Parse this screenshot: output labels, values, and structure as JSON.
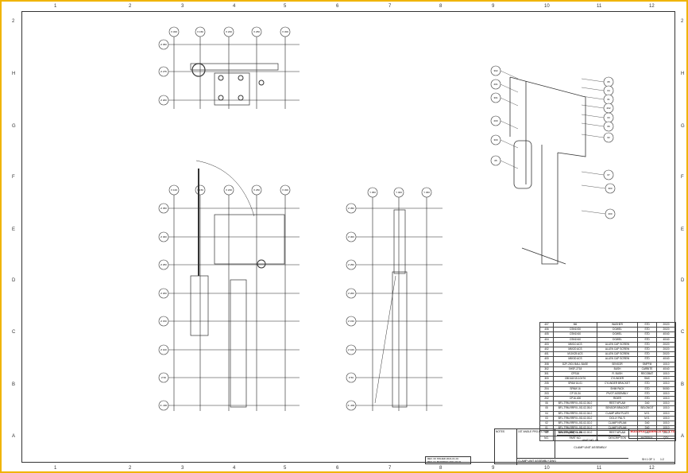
{
  "zones": {
    "columns": [
      "1",
      "2",
      "3",
      "4",
      "5",
      "6",
      "7",
      "8",
      "9",
      "10",
      "11",
      "12"
    ],
    "rows": [
      "2",
      "H",
      "G",
      "F",
      "E",
      "D",
      "C",
      "B",
      "A"
    ]
  },
  "views": {
    "top": {
      "cols": [
        "X 300",
        "X 150",
        "X 200",
        "X 250",
        "X 300"
      ],
      "rows": [
        "Z 350",
        "Z 275",
        "Z 200"
      ]
    },
    "front": {
      "cols": [
        "X 100",
        "X 150",
        "X 200",
        "X 250",
        "X 300"
      ],
      "rows": [
        "Z 350",
        "Z 300",
        "Z 250",
        "Z 200",
        "Z 150",
        "Z 100",
        "Z 50",
        "Z -400"
      ]
    },
    "side": {
      "cols": [
        "Y 350",
        "Y 400",
        "Y 450"
      ],
      "rows": [
        "Z 350",
        "Z 300",
        "Z 250",
        "Z 200",
        "Z 150",
        "Z 100",
        "Z 50",
        "Z -400"
      ]
    }
  },
  "balloons": [
    "302",
    "201",
    "301",
    "200",
    "300",
    "05",
    "05",
    "04",
    "01",
    "202",
    "03",
    "06",
    "02",
    "07",
    "303",
    "200"
  ],
  "parts": {
    "rows": [
      [
        "407",
        "M6",
        "WASHER",
        "STD",
        "20/20"
      ],
      [
        "406",
        "CSK6X30",
        "DOWEL",
        "STD",
        "20/20"
      ],
      [
        "405",
        "CSK6X40",
        "DOWEL",
        "STD",
        "40/40"
      ],
      [
        "404",
        "CSK6X40",
        "DOWEL",
        "STD",
        "40/40"
      ],
      [
        "403",
        "M6X10 ACS",
        "ALLEN CAP SCREW",
        "STD",
        "20/20"
      ],
      [
        "402",
        "M6X20 ACS",
        "ALLEN CAP SCREW",
        "STD",
        "20/20"
      ],
      [
        "401",
        "M10X25 ACS",
        "ALLEN CAP SCREW",
        "STD",
        "20/20"
      ],
      [
        "400",
        "M8X30 ACS",
        "ALLEN CAP SCREW",
        "STD",
        "40/40"
      ],
      [
        "308",
        "DZF-2001 BALL BASE",
        "SENSOR",
        "SMPFM",
        "10/10"
      ],
      [
        "302",
        "SHSF-2718",
        "BUSH",
        "CARBITE",
        "40/40"
      ],
      [
        "301",
        "CPS16",
        "R. BUSH",
        "RECOBAT",
        "10/10"
      ],
      [
        "300",
        "CBD16X15-10X76",
        "CYLINDER",
        "SMC",
        "10/10"
      ],
      [
        "205",
        "SPAM 16-01",
        "CYLINDER BRACKET",
        "STD",
        "10/10"
      ],
      [
        "204",
        "SPAM 16",
        "SHIM PACK",
        "STD",
        "50/50"
      ],
      [
        "203",
        "CP 15-34",
        "PIVOT ASSEMBLY",
        "STD",
        "10/10"
      ],
      [
        "202",
        "CP16-400",
        "RIDER",
        "STD",
        "10/10"
      ],
      [
        "06",
        "BFL-TRM-RRFIX-JIG-02-06-0",
        "REST NPLAM",
        "D40",
        "10/10"
      ],
      [
        "05",
        "BFL-TRM-RRFIX-JIG-02-05-0",
        "SENSOR BRACKET",
        "BELONGIT",
        "10/10"
      ],
      [
        "04",
        "BFL-TRM-RRFIX-JIG-02-04-0",
        "CLAMP ARM PLATE",
        "M.S.",
        "10/10"
      ],
      [
        "03",
        "BFL-TRM-RRFIX-JIG-02-03-0",
        "DOLLY PAL'S",
        "M.S.",
        "10/10"
      ],
      [
        "02",
        "BFL-TRM-RRFIX-JIG-02-02-0",
        "CLAMP NPLAM",
        "D40",
        "10/10"
      ],
      [
        "01",
        "BFL-TRM-RRFIX-JIG-02-01-0",
        "CLAMP NPLAM",
        "D40",
        "10/10"
      ],
      [
        "00",
        "BFL-TRM-RRFIX-JIG-02-00-0",
        "REST NPLAM",
        "D40",
        "10/10"
      ]
    ],
    "header": [
      "NO.",
      "PART NO.",
      "DESCRIPTION",
      "MATERIAL",
      "QTY."
    ]
  },
  "title_block": {
    "company": "BUDGHAT FABRICA PVT LTD",
    "unit_note": "TARGET (MM) : 1:1%",
    "unit_label": "UNIT NO. 02",
    "title": "CLAMP UNIT ASSEMBLY",
    "drawing_name": "CLAMP UNIT ASSEMBLY.DWG",
    "sheet": "SH 1 OF 1",
    "scale": "1:2",
    "notes_label": "NOTES",
    "projection": "1ST ANGLE PROJECTION"
  },
  "revision": {
    "line1": "REV. 00  ISSUED   2021-01-01",
    "line2": "REV. 01  MODIFIED 2021-02-01"
  }
}
